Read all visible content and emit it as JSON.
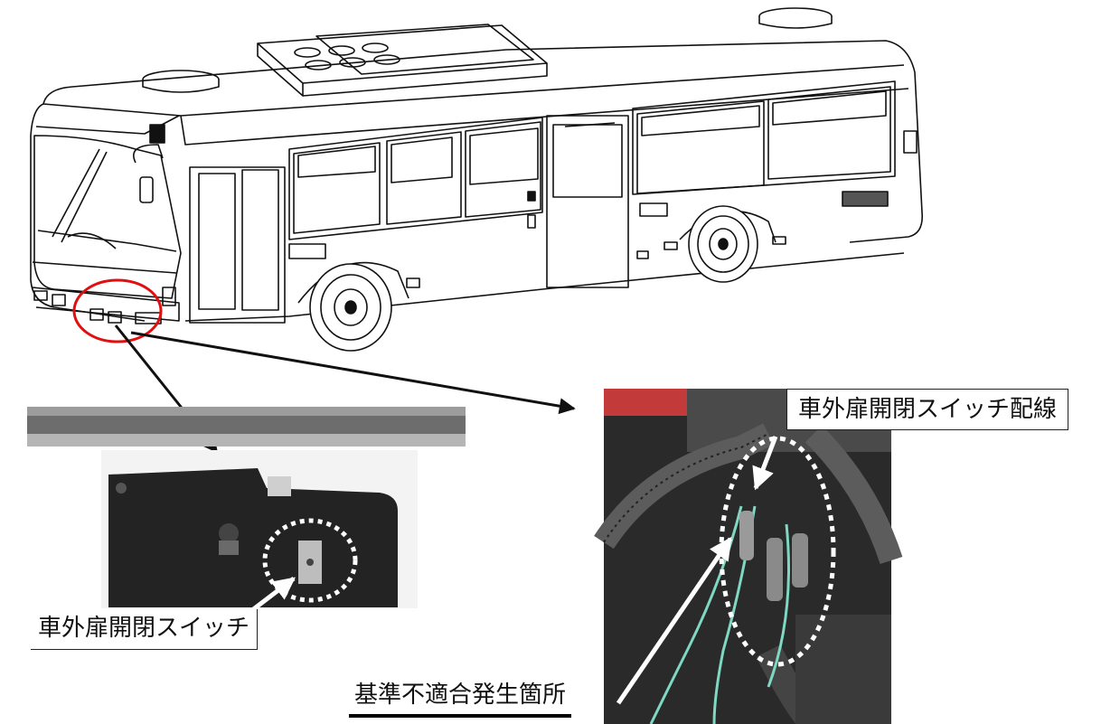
{
  "labels": {
    "wiring": "車外扉開閉スイッチ配線",
    "switch": "車外扉開閉スイッチ",
    "fault_location": "基準不適合発生箇所"
  },
  "colors": {
    "highlight_circle": "#e01010",
    "arrow": "#111111",
    "callout_arrow": "#ffffff",
    "photo_dark": "#2a2a2a",
    "cable_green": "#7fd8c4"
  },
  "icons": {
    "wheelchair_front": "wheelchair-icon",
    "wheelchair_side": "wheelchair-icon"
  }
}
